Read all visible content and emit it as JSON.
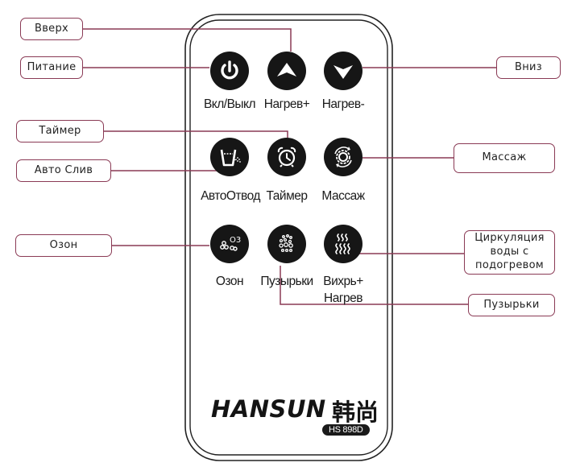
{
  "remote": {
    "brand": "HANSUN",
    "brand_cn": "韩尚",
    "model": "HS 898D",
    "buttons": [
      {
        "id": "power",
        "icon": "power-icon",
        "label": "Вкл/Выкл"
      },
      {
        "id": "up",
        "icon": "arrow-up-icon",
        "label": "Нагрев+"
      },
      {
        "id": "down",
        "icon": "arrow-down-icon",
        "label": "Нагрев-"
      },
      {
        "id": "drain",
        "icon": "auto-drain-icon",
        "label": "АвтоОтвод"
      },
      {
        "id": "timer",
        "icon": "alarm-clock-icon",
        "label": "Таймер"
      },
      {
        "id": "massage",
        "icon": "massage-cycle-icon",
        "label": "Массаж"
      },
      {
        "id": "ozone",
        "icon": "ozone-icon",
        "label": "Озон"
      },
      {
        "id": "bubbles",
        "icon": "bubbles-icon",
        "label": "Пузырьки"
      },
      {
        "id": "whirl",
        "icon": "whirl-heat-icon",
        "label_line1": "Вихрь+",
        "label_line2": "Нагрев"
      }
    ]
  },
  "callouts": {
    "up": "Вверх",
    "power": "Питание",
    "down": "Вниз",
    "timer": "Таймер",
    "drain": "Авто Слив",
    "massage": "Массаж",
    "ozone": "Озон",
    "whirl_line1": "Циркуляция",
    "whirl_line2": "воды с",
    "whirl_line3": "подогревом",
    "bubbles": "Пузырьки"
  },
  "colors": {
    "leader_line": "#8a3a55",
    "button_fill": "#161616",
    "outline": "#222222"
  }
}
